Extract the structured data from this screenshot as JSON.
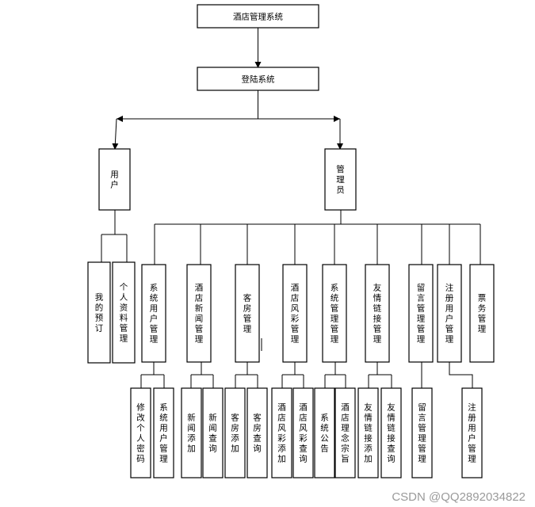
{
  "nodes": {
    "root": "酒店管理系统",
    "login": "登陆系统",
    "user": "用户",
    "admin": "管理员",
    "user_booking": "我的预订",
    "user_profile": "个人资料管理",
    "sys_user_mgmt": "系统用户管理",
    "hotel_news_mgmt": "酒店新闻管理",
    "room_mgmt": "客房管理",
    "hotel_style_mgmt": "酒店风彩管理",
    "system_mgmt": "系统管理管理",
    "friend_link_mgmt": "友情链接管理",
    "message_mgmt": "留言管理管理",
    "reg_user_mgmt": "注册用户管理",
    "ticket_mgmt": "票务管理",
    "change_password": "修改个人密码",
    "sys_user_admin": "系统用户管理",
    "news_add": "新闻添加",
    "news_query": "新闻查询",
    "room_add": "客房添加",
    "room_query": "客房查询",
    "style_add": "酒店风彩添加",
    "style_query": "酒店风彩查询",
    "sys_notice": "系统公告",
    "hotel_mission": "酒店理念宗旨",
    "link_add": "友情链接添加",
    "link_query": "友情链接查询",
    "message_admin": "留言管理管理",
    "reg_user_admin": "注册用户管理"
  },
  "watermark": "CSDN @QQ2892034822"
}
